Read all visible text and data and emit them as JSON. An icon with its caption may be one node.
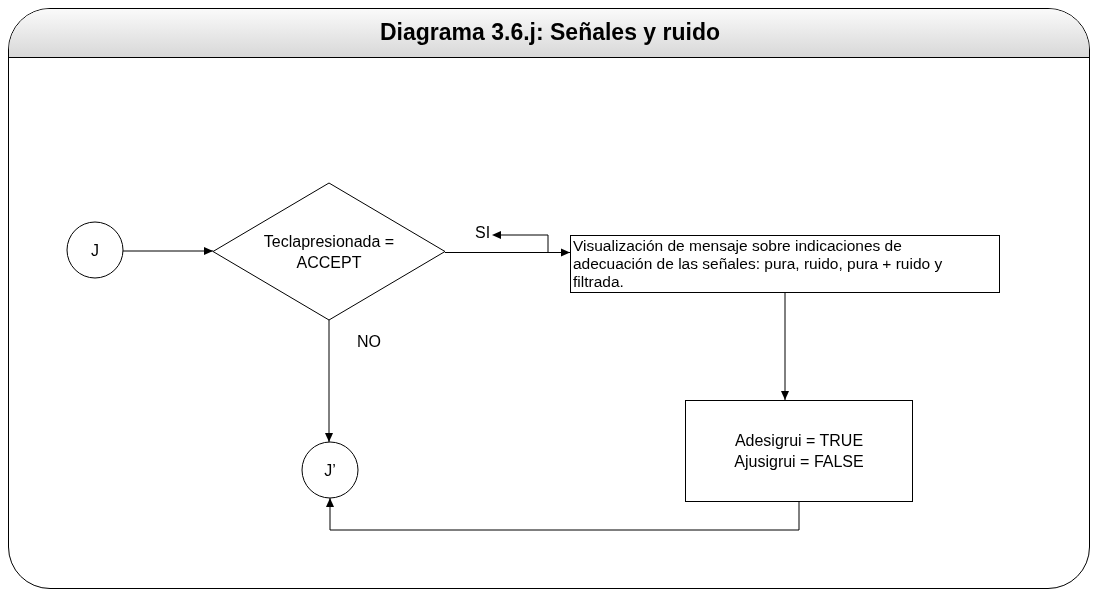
{
  "diagram": {
    "title": "Diagrama 3.6.j: Señales y ruido",
    "nodes": [
      {
        "text": [
          "J"
        ]
      },
      {
        "text": [
          "Teclapresionada = ACCEPT"
        ]
      },
      {
        "text": [
          "Visualización de mensaje sobre indicaciones de adecuación de las señales: pura, ruido, pura + ruido y filtrada."
        ]
      },
      {
        "text": [
          "Adesigrui = TRUE Ajusigrui = FALSE"
        ]
      },
      {
        "text": [
          "J’"
        ]
      }
    ],
    "edges": [
      {
        "from": 0,
        "to": 1,
        "arrow": "to"
      },
      {
        "from": 1,
        "to": 2,
        "arrow": "to",
        "label": "SI"
      },
      {
        "from": 1,
        "to": 4,
        "arrow": "to",
        "label": "NO"
      },
      {
        "from": 2,
        "to": 3,
        "arrow": "to"
      },
      {
        "from": 3,
        "to": 4,
        "arrow": "to"
      }
    ]
  }
}
